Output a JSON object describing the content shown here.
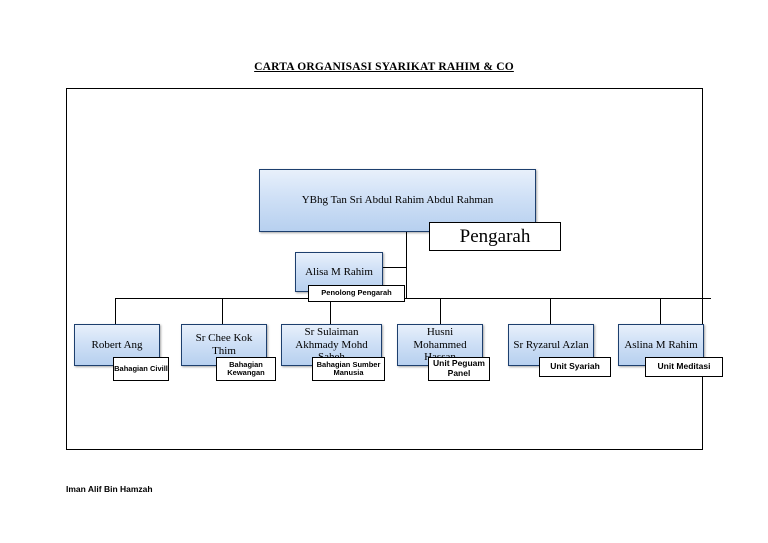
{
  "document": {
    "title": "CARTA ORGANISASI SYARIKAT RAHIM & CO",
    "footer": "Iman Alif Bin Hamzah"
  },
  "chart": {
    "director": {
      "name": "YBhg Tan Sri Abdul Rahim Abdul Rahman",
      "role_label": "Pengarah"
    },
    "deputy": {
      "name": "Alisa M Rahim",
      "role_label": "Penolong Pengarah"
    },
    "staff": [
      {
        "name": "Robert Ang",
        "unit": "Bahagian Civill"
      },
      {
        "name": "Sr Chee Kok Thim",
        "unit": "Bahagian Kewangan"
      },
      {
        "name": "Sr Sulaiman Akhmady Mohd Saheh",
        "unit": "Bahagian Sumber Manusia"
      },
      {
        "name": "Husni Mohammed Hassan",
        "unit": "Unit Peguam Panel"
      },
      {
        "name": "Sr Ryzarul Azlan",
        "unit": "Unit Syariah"
      },
      {
        "name": "Aslina M Rahim",
        "unit": "Unit Meditasi"
      }
    ]
  },
  "colors": {
    "node_border": "#1d3f6e",
    "node_fill": "#b7d0ef",
    "line": "#000000",
    "background": "#ffffff"
  }
}
